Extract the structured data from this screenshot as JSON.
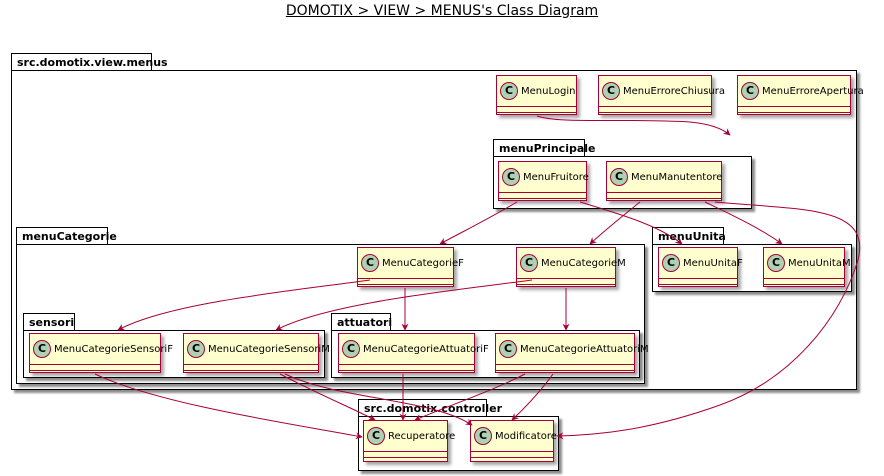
{
  "title": "DOMOTIX > VIEW > MENUS's Class Diagram",
  "class_glyph": "C",
  "edge_color": "#A80036",
  "packages": {
    "menus": "src.domotix.view.menus",
    "principale": "menuPrincipale",
    "categorie": "menuCategorie",
    "unita": "menuUnita",
    "sensori": "sensori",
    "attuatori": "attuatori",
    "controller": "src.domotix.controller"
  },
  "classes": {
    "menu_login": "MenuLogin",
    "menu_errore_chiusura": "MenuErroreChiusura",
    "menu_errore_apertura": "MenuErroreApertura",
    "menu_fruitore": "MenuFruitore",
    "menu_manutentore": "MenuManutentore",
    "menu_categorie_f": "MenuCategorieF",
    "menu_categorie_m": "MenuCategorieM",
    "menu_unita_f": "MenuUnitaF",
    "menu_unita_m": "MenuUnitaM",
    "menu_cat_sensori_f": "MenuCategorieSensoriF",
    "menu_cat_sensori_m": "MenuCategorieSensoriM",
    "menu_cat_attuatori_f": "MenuCategorieAttuatoriF",
    "menu_cat_attuatori_m": "MenuCategorieAttuatoriM",
    "recuperatore": "Recuperatore",
    "modificatore": "Modificatore"
  },
  "edges": [
    {
      "from": "MenuLogin",
      "to": "menuPrincipale"
    },
    {
      "from": "MenuFruitore",
      "to": "MenuCategorieF"
    },
    {
      "from": "MenuFruitore",
      "to": "MenuUnitaF"
    },
    {
      "from": "MenuManutentore",
      "to": "MenuCategorieM"
    },
    {
      "from": "MenuManutentore",
      "to": "MenuUnitaM"
    },
    {
      "from": "MenuManutentore",
      "to": "Modificatore"
    },
    {
      "from": "MenuCategorieF",
      "to": "MenuCategorieSensoriF"
    },
    {
      "from": "MenuCategorieF",
      "to": "MenuCategorieAttuatoriF"
    },
    {
      "from": "MenuCategorieM",
      "to": "MenuCategorieSensoriM"
    },
    {
      "from": "MenuCategorieM",
      "to": "MenuCategorieAttuatoriM"
    },
    {
      "from": "MenuCategorieSensoriF",
      "to": "Recuperatore"
    },
    {
      "from": "MenuCategorieSensoriM",
      "to": "Recuperatore"
    },
    {
      "from": "MenuCategorieSensoriM",
      "to": "Modificatore"
    },
    {
      "from": "MenuCategorieAttuatoriF",
      "to": "Recuperatore"
    },
    {
      "from": "MenuCategorieAttuatoriM",
      "to": "Recuperatore"
    },
    {
      "from": "MenuCategorieAttuatoriM",
      "to": "Modificatore"
    }
  ]
}
